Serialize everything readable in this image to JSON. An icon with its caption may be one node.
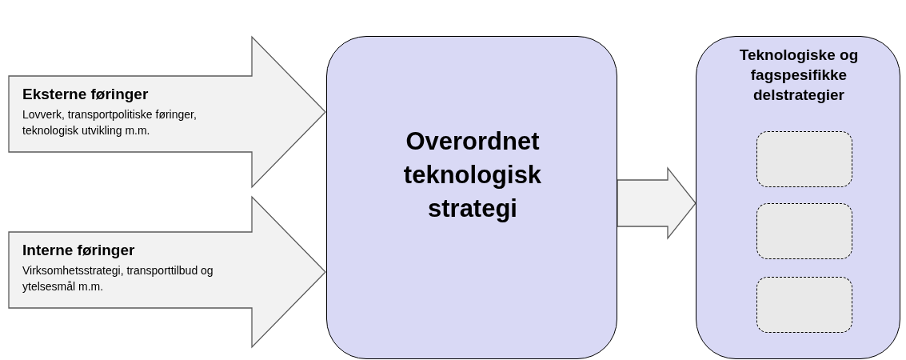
{
  "diagram": {
    "nodes": [
      {
        "text": [
          "Eksterne føringer",
          "Lovverk, transportpolitiske føringer, teknologisk utvikling m.m."
        ]
      },
      {
        "text": [
          "Interne føringer",
          "Virksomhetsstrategi, transporttilbud og ytelsesmål m.m."
        ]
      },
      {
        "text": [
          "Overordnet teknologisk strategi"
        ]
      },
      {
        "text": [
          "Teknologiske og fagspesifikke delstrategier"
        ]
      },
      {
        "text": [],
        "shape": "box",
        "in": 3
      },
      {
        "text": [],
        "shape": "box",
        "in": 3
      },
      {
        "text": [],
        "shape": "box",
        "in": 3
      }
    ],
    "edges": [
      {
        "from": 2,
        "to": 3,
        "arrow": "to",
        "style": "thick"
      }
    ]
  }
}
